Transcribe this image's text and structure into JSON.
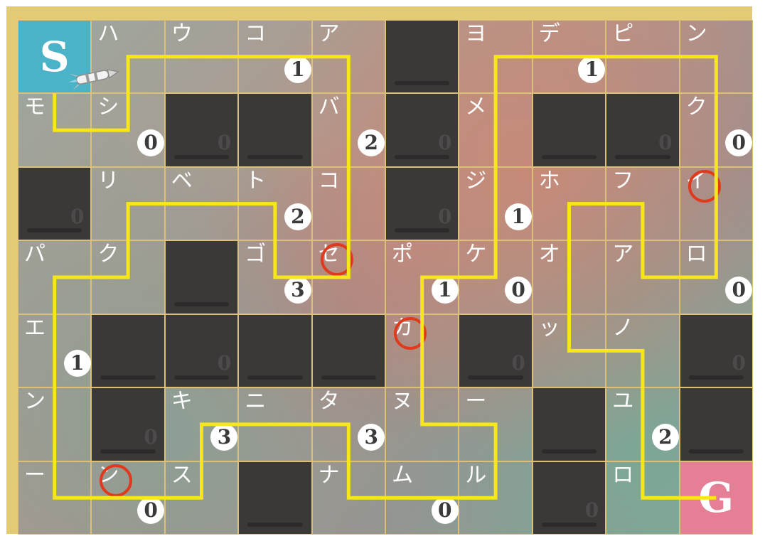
{
  "board": {
    "cols": 10,
    "rows": 7,
    "cells": [
      [
        {
          "t": "S",
          "type": "start"
        },
        {
          "t": "ハ"
        },
        {
          "t": "ウ"
        },
        {
          "t": "コ",
          "n": "1"
        },
        {
          "t": "ア"
        },
        {
          "type": "blocked"
        },
        {
          "t": "ヨ"
        },
        {
          "t": "デ",
          "n": "1"
        },
        {
          "t": "ピ"
        },
        {
          "t": "ン"
        }
      ],
      [
        {
          "t": "モ"
        },
        {
          "t": "シ",
          "n": "0"
        },
        {
          "type": "blocked",
          "n": "0"
        },
        {
          "type": "blocked"
        },
        {
          "t": "バ",
          "n": "2"
        },
        {
          "type": "blocked",
          "n": "0"
        },
        {
          "t": "メ"
        },
        {
          "type": "blocked"
        },
        {
          "type": "blocked",
          "n": "0"
        },
        {
          "t": "ク",
          "n": "0"
        }
      ],
      [
        {
          "type": "blocked",
          "n": "0"
        },
        {
          "t": "リ"
        },
        {
          "t": "ベ"
        },
        {
          "t": "ト",
          "n": "2"
        },
        {
          "t": "コ"
        },
        {
          "type": "blocked",
          "n": "0"
        },
        {
          "t": "ジ",
          "n": "1"
        },
        {
          "t": "ホ"
        },
        {
          "t": "フ"
        },
        {
          "t": "イ",
          "circled": true
        }
      ],
      [
        {
          "t": "パ"
        },
        {
          "t": "ク"
        },
        {
          "type": "blocked"
        },
        {
          "t": "ゴ",
          "n": "3"
        },
        {
          "t": "セ",
          "circled": true
        },
        {
          "t": "ポ",
          "n": "1"
        },
        {
          "t": "ケ",
          "n": "0"
        },
        {
          "t": "オ"
        },
        {
          "t": "ア"
        },
        {
          "t": "ロ",
          "n": "0"
        }
      ],
      [
        {
          "t": "エ",
          "n": "1"
        },
        {
          "type": "blocked"
        },
        {
          "type": "blocked",
          "n": "0"
        },
        {
          "type": "blocked"
        },
        {
          "type": "blocked"
        },
        {
          "t": "カ",
          "circled": true
        },
        {
          "type": "blocked",
          "n": "0"
        },
        {
          "t": "ッ"
        },
        {
          "t": "ノ"
        },
        {
          "type": "blocked",
          "n": "0"
        }
      ],
      [
        {
          "t": "ン"
        },
        {
          "type": "blocked",
          "n": "0"
        },
        {
          "t": "キ",
          "n": "3"
        },
        {
          "t": "ニ"
        },
        {
          "t": "タ",
          "n": "3"
        },
        {
          "t": "ヌ"
        },
        {
          "t": "ー"
        },
        {
          "type": "blocked"
        },
        {
          "t": "ユ",
          "n": "2"
        },
        {
          "type": "blocked"
        }
      ],
      [
        {
          "t": "ー"
        },
        {
          "t": "ン",
          "n": "0",
          "circled": true
        },
        {
          "t": "ス"
        },
        {
          "type": "blocked"
        },
        {
          "t": "ナ"
        },
        {
          "t": "ム",
          "n": "0"
        },
        {
          "t": "ル"
        },
        {
          "type": "blocked",
          "n": "0"
        },
        {
          "t": "ロ"
        },
        {
          "t": "G",
          "type": "goal"
        }
      ]
    ],
    "path": [
      [
        0.5,
        1
      ],
      [
        0.5,
        1.5
      ],
      [
        1.5,
        1.5
      ],
      [
        1.5,
        0.5
      ],
      [
        4.5,
        0.5
      ],
      [
        4.5,
        3.5
      ],
      [
        3.5,
        3.5
      ],
      [
        3.5,
        2.5
      ],
      [
        1.5,
        2.5
      ],
      [
        1.5,
        3.5
      ],
      [
        0.5,
        3.5
      ],
      [
        0.5,
        6.5
      ],
      [
        2.5,
        6.5
      ],
      [
        2.5,
        5.5
      ],
      [
        4.5,
        5.5
      ],
      [
        4.5,
        6.5
      ],
      [
        6.5,
        6.5
      ],
      [
        6.5,
        5.5
      ],
      [
        5.5,
        5.5
      ],
      [
        5.5,
        3.5
      ],
      [
        6.5,
        3.5
      ],
      [
        6.5,
        0.5
      ],
      [
        9.5,
        0.5
      ],
      [
        9.5,
        3.5
      ],
      [
        8.5,
        3.5
      ],
      [
        8.5,
        2.5
      ],
      [
        7.5,
        2.5
      ],
      [
        7.5,
        4.5
      ],
      [
        8.5,
        4.5
      ],
      [
        8.5,
        6.5
      ],
      [
        9.5,
        6.5
      ]
    ],
    "colors": {
      "path": "#f6e61a",
      "ring": "#df3a1e",
      "start": "#4bb3c8",
      "goal": "#e47f96",
      "blocked": "#3b3838",
      "frame": "#e3ca75"
    },
    "icons": {
      "rocket": "rocket-icon"
    }
  }
}
